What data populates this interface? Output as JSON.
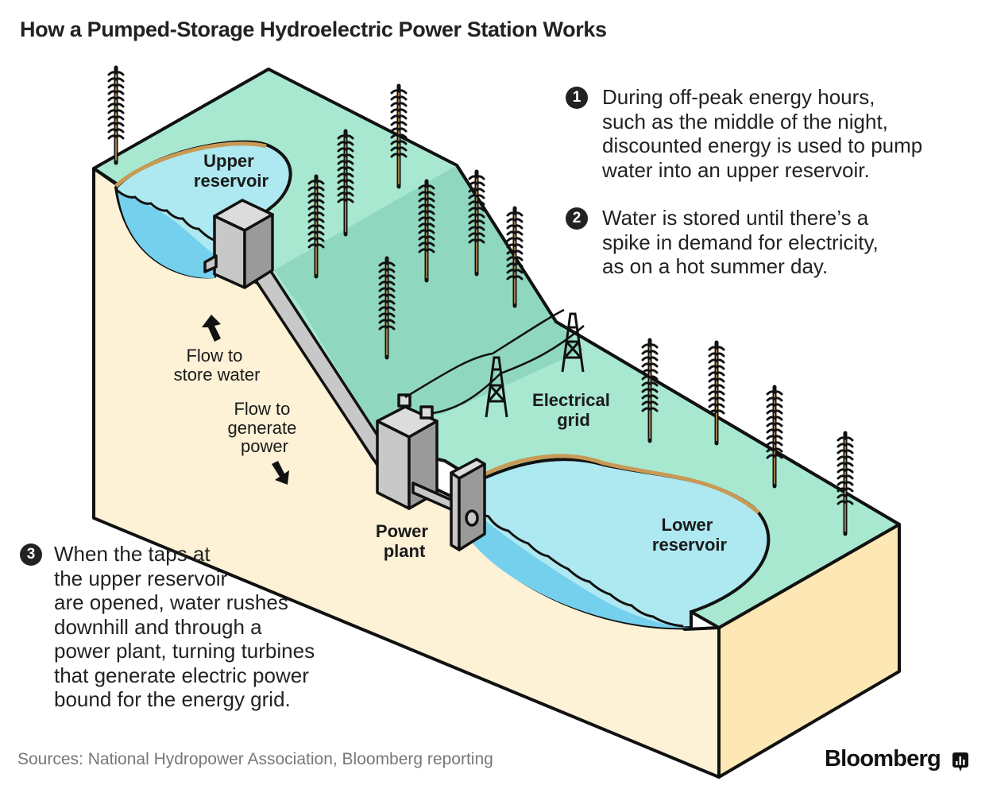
{
  "title": "How a Pumped-Storage Hydroelectric Power Station Works",
  "labels": {
    "upper_reservoir": [
      "Upper",
      "reservoir"
    ],
    "lower_reservoir": [
      "Lower",
      "reservoir"
    ],
    "power_plant": [
      "Power",
      "plant"
    ],
    "electrical_grid": [
      "Electrical",
      "grid"
    ],
    "flow_store": [
      "Flow to",
      "store water"
    ],
    "flow_generate": [
      "Flow to",
      "generate",
      "power"
    ]
  },
  "steps": [
    {
      "number": "1",
      "lines": [
        "During off-peak energy hours,",
        "such as the middle of the night,",
        "discounted energy is used to pump",
        "water into an upper reservoir."
      ]
    },
    {
      "number": "2",
      "lines": [
        "Water is stored until there’s a",
        "spike in demand for electricity,",
        "as on a hot summer day."
      ]
    },
    {
      "number": "3",
      "lines": [
        "When the taps at",
        "the upper reservoir",
        "are opened, water rushes",
        "downhill and through a",
        "power plant, turning turbines",
        "that generate electric power",
        "bound for the energy grid."
      ]
    }
  ],
  "sources": "Sources: National Hydropower Association, Bloomberg reporting",
  "brand": "Bloomberg",
  "colors": {
    "grass": "#a8e8d0",
    "grass_shadow": "#8fd8bf",
    "earth": "#fdf1d6",
    "earth_side": "#fde7b4",
    "water_light": "#aee8f0",
    "water_dark": "#74d0ec",
    "shore": "#c89a55",
    "building": "#c8c8c8",
    "building_dark": "#9a9a9a",
    "outline": "#111111"
  }
}
